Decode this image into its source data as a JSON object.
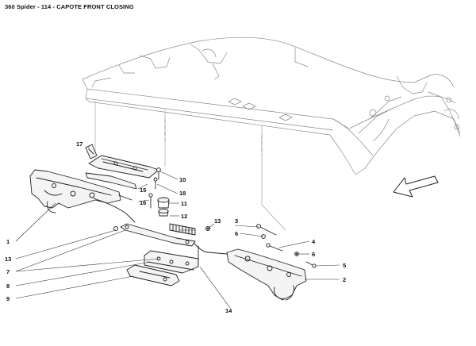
{
  "title": "360 Spider - 114 - CAPOTE FRONT CLOSING",
  "callouts": [
    "1",
    "2",
    "3",
    "4",
    "5",
    "6",
    "6",
    "7",
    "8",
    "9",
    "10",
    "11",
    "12",
    "13",
    "13",
    "14",
    "15",
    "16",
    "17",
    "18"
  ]
}
